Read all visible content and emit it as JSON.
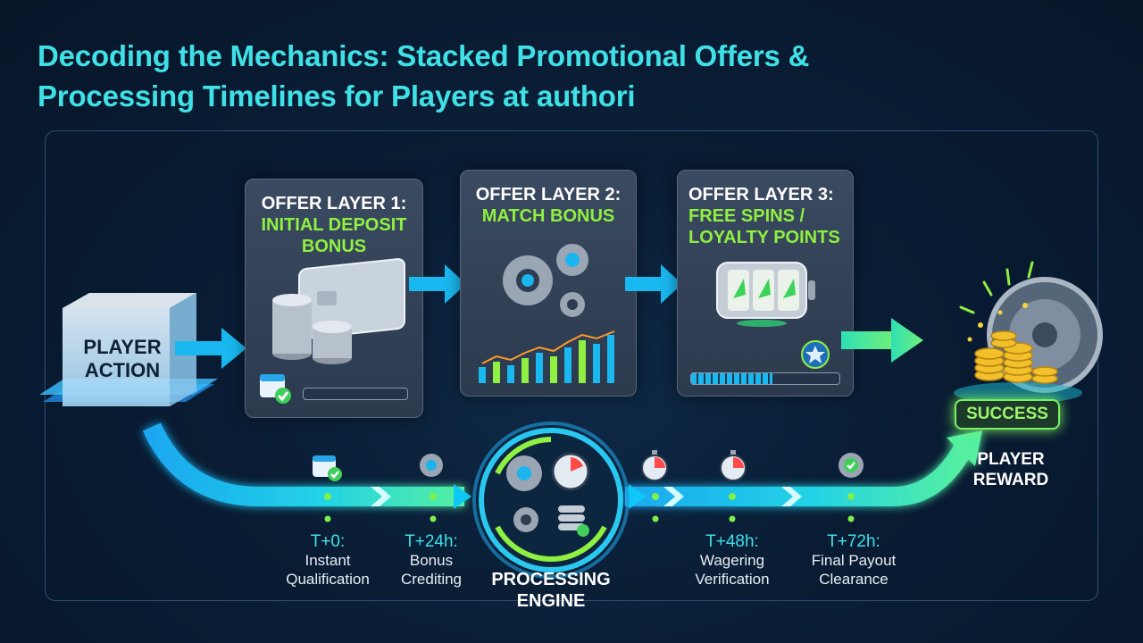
{
  "title": {
    "line1": "Decoding the Mechanics: Stacked Promotional Offers &",
    "line2": "Processing Timelines for Players at authori"
  },
  "player_action": {
    "line1": "PLAYER",
    "line2": "ACTION"
  },
  "offers": [
    {
      "label": "OFFER LAYER 1:",
      "highlight1": "INITIAL DEPOSIT",
      "highlight2": "BONUS"
    },
    {
      "label": "OFFER LAYER 2:",
      "highlight1": "MATCH BONUS",
      "highlight2": ""
    },
    {
      "label": "OFFER LAYER 3:",
      "highlight1": "FREE SPINS /",
      "highlight2": "LOYALTY POINTS"
    }
  ],
  "timeline": [
    {
      "time": "T+0:",
      "desc1": "Instant",
      "desc2": "Qualification"
    },
    {
      "time": "T+24h:",
      "desc1": "Bonus",
      "desc2": "Crediting"
    },
    {
      "time": "T+48h:",
      "desc1": "Wagering",
      "desc2": "Verification"
    },
    {
      "time": "T+72h:",
      "desc1": "Final Payout",
      "desc2": "Clearance"
    }
  ],
  "engine": {
    "line1": "PROCESSING",
    "line2": "ENGINE"
  },
  "reward": {
    "badge": "SUCCESS",
    "line1": "PLAYER",
    "line2": "REWARD"
  },
  "colors": {
    "cyan": "#3fe0e6",
    "green": "#8ff041",
    "accent_blue": "#19b8f0"
  }
}
